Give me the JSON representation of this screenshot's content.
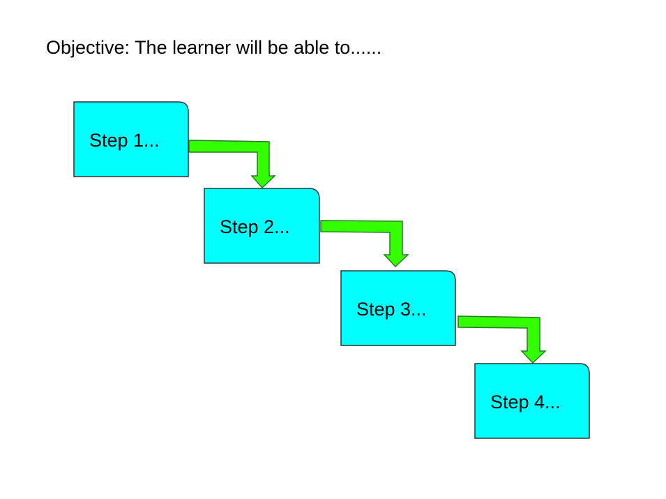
{
  "slide": {
    "objective": "Objective: The learner will be able to......"
  },
  "colors": {
    "box_fill": "#00FFFF",
    "box_stroke": "#333333",
    "arrow_fill": "#33FF00",
    "arrow_stroke": "#2a7a2a"
  },
  "steps": [
    {
      "label": "Step 1..."
    },
    {
      "label": "Step 2..."
    },
    {
      "label": "Step 3..."
    },
    {
      "label": "Step 4..."
    }
  ]
}
